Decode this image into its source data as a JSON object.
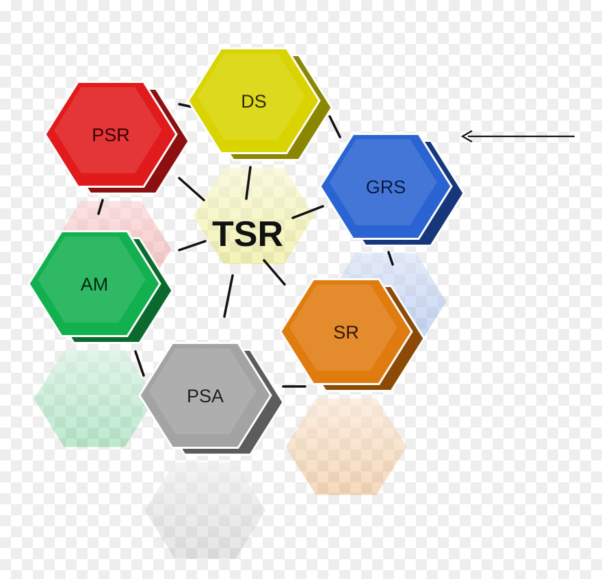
{
  "hub": {
    "label": "TSR",
    "color": "#111111"
  },
  "nodes": [
    {
      "id": "psr",
      "label": "PSR",
      "color": "#e11b1b",
      "side": "#8e0f0f",
      "text_color": "#3a0000"
    },
    {
      "id": "ds",
      "label": "DS",
      "color": "#d9d400",
      "side": "#8a8600",
      "text_color": "#2e2c00"
    },
    {
      "id": "grs",
      "label": "GRS",
      "color": "#2a64d2",
      "side": "#17367c",
      "text_color": "#0a1a3d"
    },
    {
      "id": "am",
      "label": "AM",
      "color": "#13b04f",
      "side": "#0a6a2e",
      "text_color": "#032611"
    },
    {
      "id": "sr",
      "label": "SR",
      "color": "#e07b10",
      "side": "#8c4a06",
      "text_color": "#2f1700"
    },
    {
      "id": "psa",
      "label": "PSA",
      "color": "#a3a3a3",
      "side": "#5c5c5c",
      "text_color": "#1f1f1f"
    }
  ],
  "arrow": {
    "color": "#111111"
  },
  "connector_color": "#111111"
}
